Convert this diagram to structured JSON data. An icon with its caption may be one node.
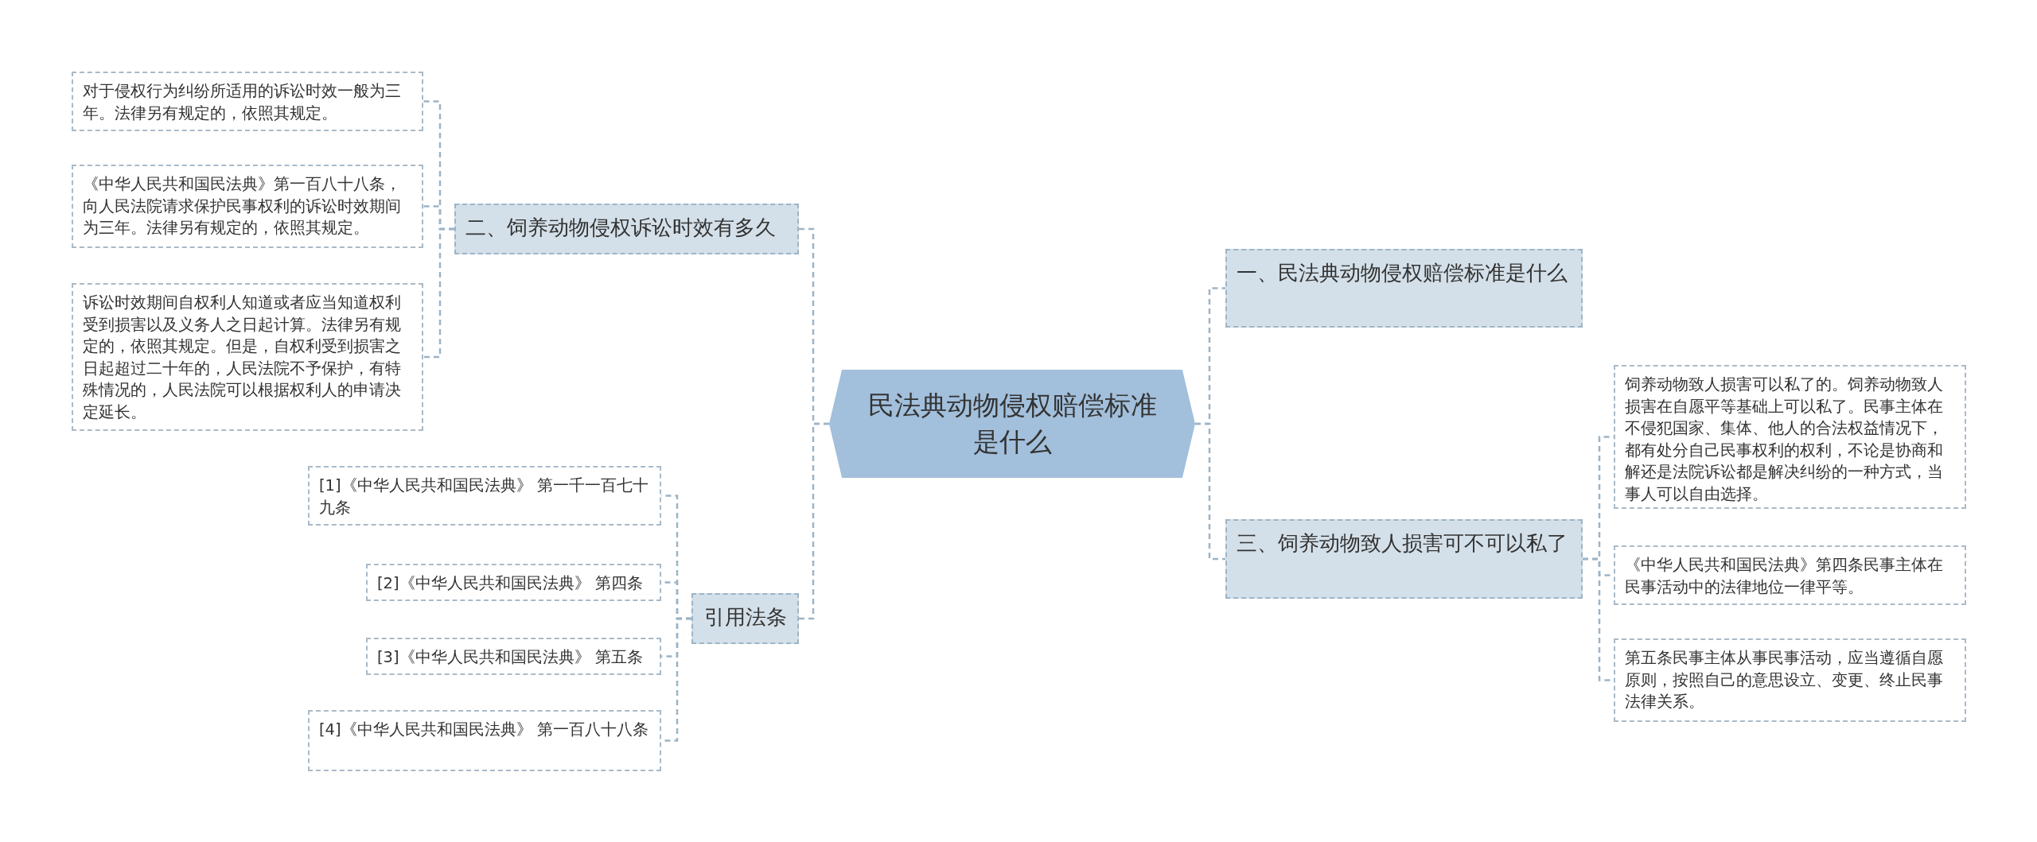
{
  "diagram": {
    "nodes": [
      {
        "text": [
          "民法典动物侵权赔偿标准是什么"
        ]
      },
      {
        "text": [
          "二、饲养动物侵权诉讼时效有多久"
        ]
      },
      {
        "text": [
          "对于侵权行为纠纷所适用的诉讼时效一般为三年。法律另有规定的，依照其规定。"
        ]
      },
      {
        "text": [
          "《中华人民共和国民法典》第一百八十八条，向人民法院请求保护民事权利的诉讼时效期间为三年。法律另有规定的，依照其规定。"
        ]
      },
      {
        "text": [
          "诉讼时效期间自权利人知道或者应当知道权利受到损害以及义务人之日起计算。法律另有规定的，依照其规定。但是，自权利受到损害之日起超过二十年的，人民法院不予保护，有特殊情况的，人民法院可以根据权利人的申请决定延长。"
        ]
      },
      {
        "text": [
          "引用法条"
        ]
      },
      {
        "text": [
          "[1]《中华人民共和国民法典》 第一千一百七十九条"
        ]
      },
      {
        "text": [
          "[2]《中华人民共和国民法典》 第四条"
        ]
      },
      {
        "text": [
          "[3]《中华人民共和国民法典》 第五条"
        ]
      },
      {
        "text": [
          "[4]《中华人民共和国民法典》 第一百八十八条"
        ]
      },
      {
        "text": [
          "一、民法典动物侵权赔偿标准是什么"
        ]
      },
      {
        "text": [
          "三、饲养动物致人损害可不可以私了"
        ]
      },
      {
        "text": [
          "饲养动物致人损害可以私了的。饲养动物致人损害在自愿平等基础上可以私了。民事主体在不侵犯国家、集体、他人的合法权益情况下，都有处分自己民事权利的权利，不论是协商和解还是法院诉讼都是解决纠纷的一种方式，当事人可以自由选择。"
        ]
      },
      {
        "text": [
          "《中华人民共和国民法典》第四条民事主体在民事活动中的法律地位一律平等。"
        ]
      },
      {
        "text": [
          "第五条民事主体从事民事活动，应当遵循自愿原则，按照自己的意思设立、变更、终止民事法律关系。"
        ]
      }
    ],
    "edges": [
      {
        "from": 0,
        "to": 1,
        "arrow": "none"
      },
      {
        "from": 1,
        "to": 2,
        "arrow": "none"
      },
      {
        "from": 1,
        "to": 3,
        "arrow": "none"
      },
      {
        "from": 1,
        "to": 4,
        "arrow": "none"
      },
      {
        "from": 0,
        "to": 5,
        "arrow": "none"
      },
      {
        "from": 5,
        "to": 6,
        "arrow": "none"
      },
      {
        "from": 5,
        "to": 7,
        "arrow": "none"
      },
      {
        "from": 5,
        "to": 8,
        "arrow": "none"
      },
      {
        "from": 5,
        "to": 9,
        "arrow": "none"
      },
      {
        "from": 0,
        "to": 10,
        "arrow": "none"
      },
      {
        "from": 0,
        "to": 11,
        "arrow": "none"
      },
      {
        "from": 11,
        "to": 12,
        "arrow": "none"
      },
      {
        "from": 11,
        "to": 13,
        "arrow": "none"
      },
      {
        "from": 11,
        "to": 14,
        "arrow": "none"
      }
    ]
  }
}
